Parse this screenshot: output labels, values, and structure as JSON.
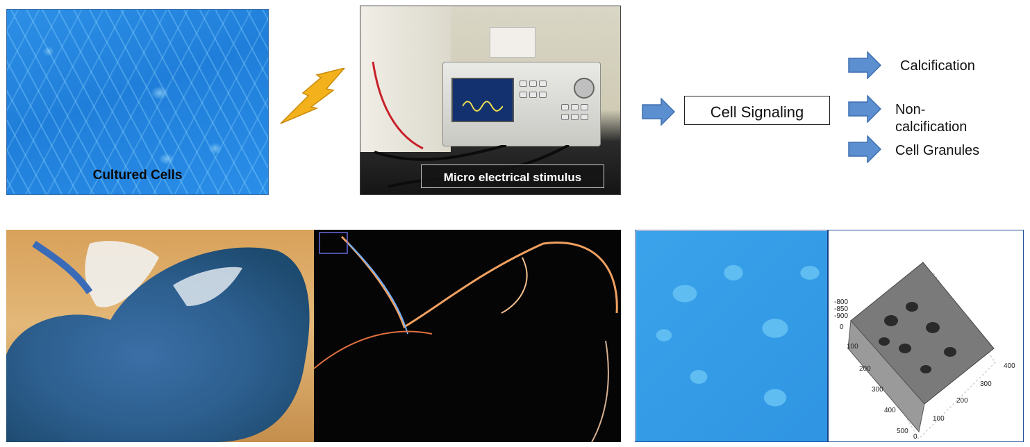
{
  "top_row": {
    "cells_label": "Cultured Cells",
    "equipment_label": "Micro electrical stimulus",
    "signal_label": "Cell Signaling",
    "outcomes": [
      {
        "line1": "Calcification",
        "line2": ""
      },
      {
        "line1": "Non-",
        "line2": "calcification"
      },
      {
        "line1": "Cell Granules",
        "line2": ""
      }
    ]
  },
  "surface_plot": {
    "tick_labels_left": [
      "-800",
      "-850",
      "-900",
      "0"
    ],
    "y_ticks": [
      "100",
      "200",
      "300",
      "400",
      "500"
    ],
    "x_ticks": [
      "0",
      "100",
      "200",
      "300",
      "400"
    ]
  },
  "colors": {
    "arrow_fill": "#5b8fd0",
    "arrow_stroke": "#3d6fb0",
    "bolt_fill": "#f3b21c",
    "bolt_stroke": "#c98a0a"
  }
}
